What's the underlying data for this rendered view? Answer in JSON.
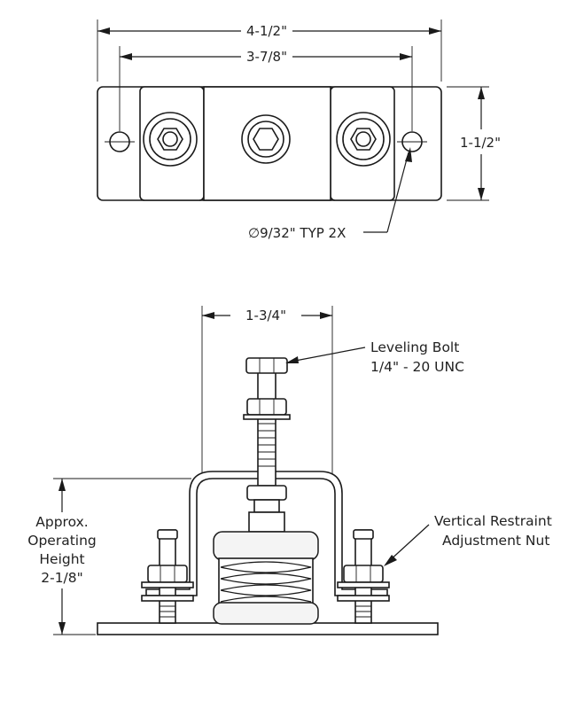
{
  "top_view": {
    "overall_width": "4-1/2\"",
    "hole_spacing": "3-7/8\"",
    "height": "1-1/2\"",
    "hole_callout": "∅9/32\"  TYP 2X"
  },
  "front_view": {
    "housing_width": "1-3/4\"",
    "leveling_bolt_line1": "Leveling Bolt",
    "leveling_bolt_line2": "1/4\" - 20 UNC",
    "restraint_line1": "Vertical Restraint",
    "restraint_line2": "Adjustment Nut",
    "height_line1": "Approx.",
    "height_line2": "Operating",
    "height_line3": "Height",
    "height_line4": "2-1/8\""
  }
}
